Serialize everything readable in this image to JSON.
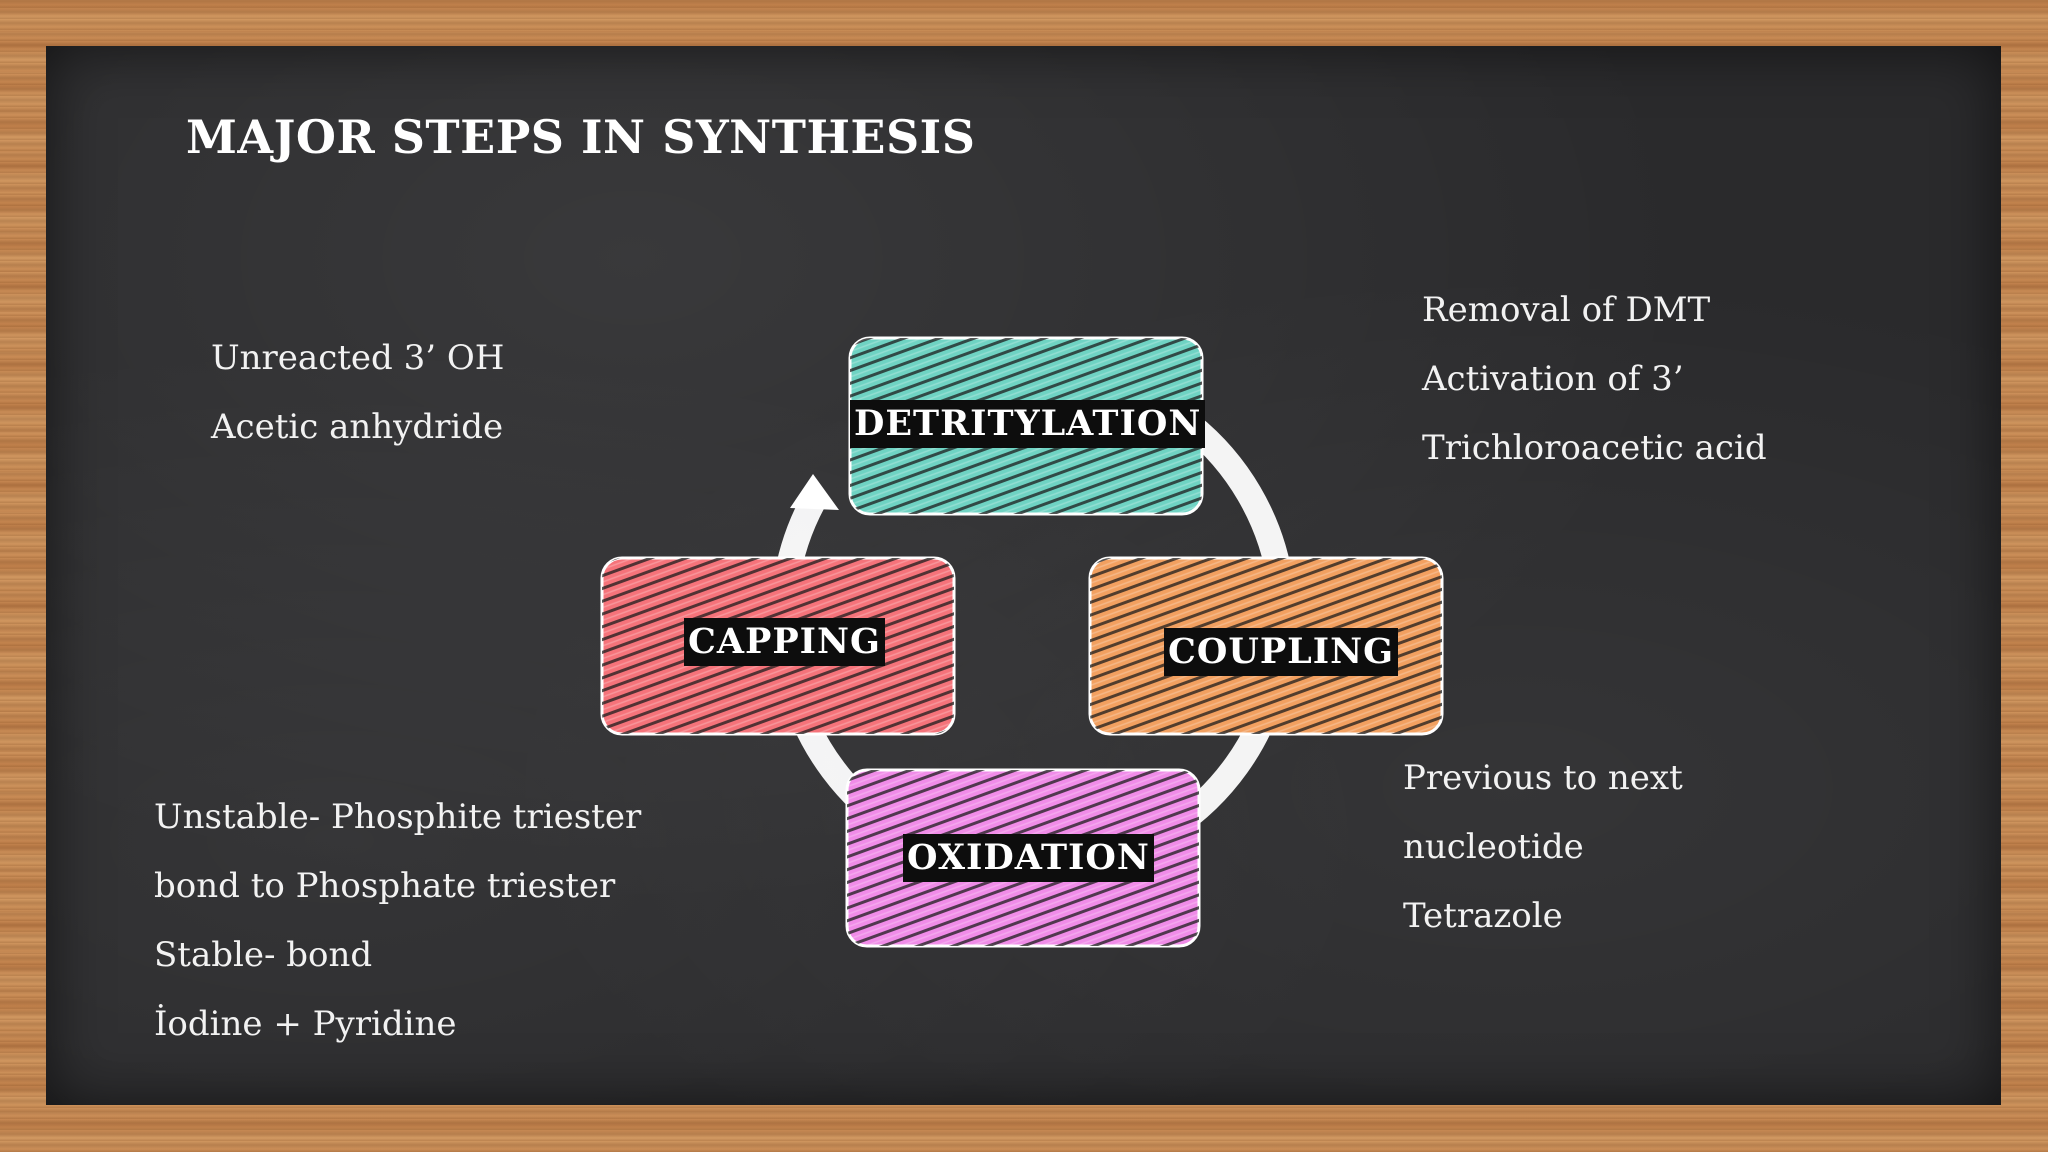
{
  "slide": {
    "title": "MAJOR STEPS IN SYNTHESIS"
  },
  "steps": {
    "detritylation": {
      "label": "DETRITYLATION",
      "color": "#6fd3c3"
    },
    "coupling": {
      "label": "COUPLING",
      "color": "#f2a060"
    },
    "oxidation": {
      "label": "OXIDATION",
      "color": "#f08ce8"
    },
    "capping": {
      "label": "CAPPING",
      "color": "#f5737a"
    }
  },
  "notes": {
    "capping": [
      "Unreacted 3’ OH",
      "Acetic anhydride"
    ],
    "detritylation": [
      "Removal of DMT",
      "Activation of 3’",
      "Trichloroacetic acid"
    ],
    "coupling": [
      "Previous to next",
      "nucleotide",
      "Tetrazole"
    ],
    "oxidation": [
      "Unstable- Phosphite triester",
      "bond to  Phosphate triester",
      "Stable- bond",
      "İodine + Pyridine"
    ]
  },
  "colors": {
    "board": "#2a2a2c",
    "frame": "#c88b55",
    "text": "#ffffff",
    "arrow": "#ffffff"
  }
}
